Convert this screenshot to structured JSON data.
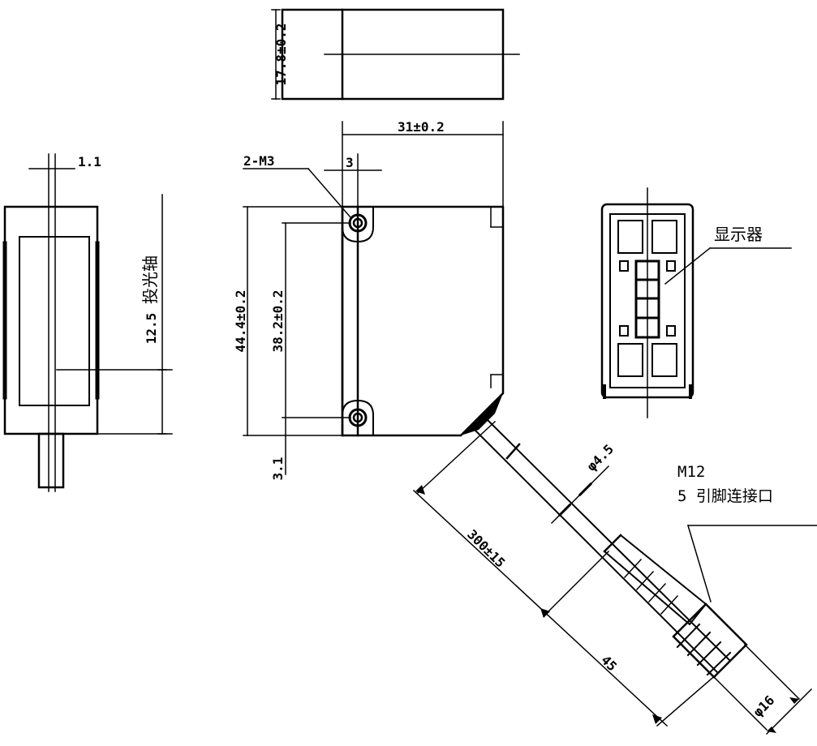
{
  "labels": {
    "height_17_8": "17.8±0.2",
    "width_31": "31±0.2",
    "offset_1_1": "1.1",
    "screw_2_m3": "2-M3",
    "offset_3": "3",
    "optical_axis": "投光轴",
    "dim_12_5": "12.5",
    "height_44_4": "44.4±0.2",
    "pitch_38_2": "38.2±0.2",
    "offset_3_1": "3.1",
    "display": "显示器",
    "dia_4_5": "φ4.5",
    "cable_300": "300±15",
    "connector_type": "M12",
    "connector_desc": "5 引脚连接口",
    "len_45": "45",
    "dia_16": "φ16"
  }
}
